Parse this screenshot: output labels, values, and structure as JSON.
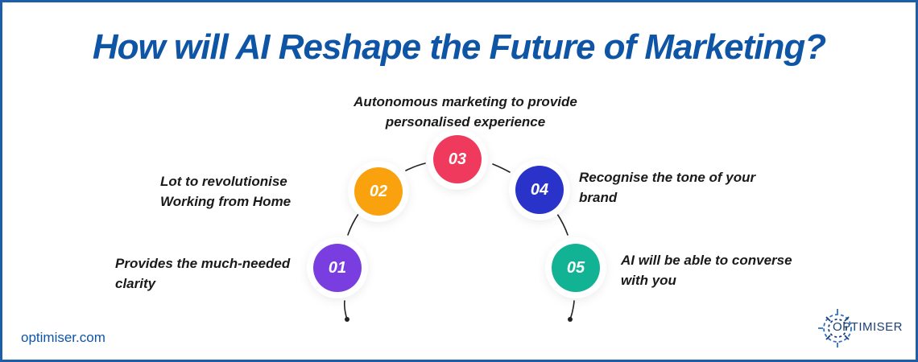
{
  "title": "How will AI Reshape the Future of Marketing?",
  "website": "optimiser.com",
  "brand": {
    "name": "OPTIMISER",
    "icon": "optimiser-logo-icon"
  },
  "steps": [
    {
      "number": "01",
      "color": "#7a3ee0",
      "text_lines": [
        "Provides the much-needed",
        "clarity"
      ]
    },
    {
      "number": "02",
      "color": "#f9a20e",
      "text_lines": [
        "Lot to revolutionise",
        "Working from Home"
      ]
    },
    {
      "number": "03",
      "color": "#ef3a5d",
      "text_lines": [
        "Autonomous marketing to provide",
        "personalised experience"
      ]
    },
    {
      "number": "04",
      "color": "#2a33c9",
      "text_lines": [
        "Recognise the tone of your",
        "brand"
      ]
    },
    {
      "number": "05",
      "color": "#12b294",
      "text_lines": [
        "AI will be able to converse",
        "with you"
      ]
    }
  ],
  "colors": {
    "title": "#0f55a6",
    "frame": "#1c5ea8",
    "text": "#1a1a1a"
  }
}
